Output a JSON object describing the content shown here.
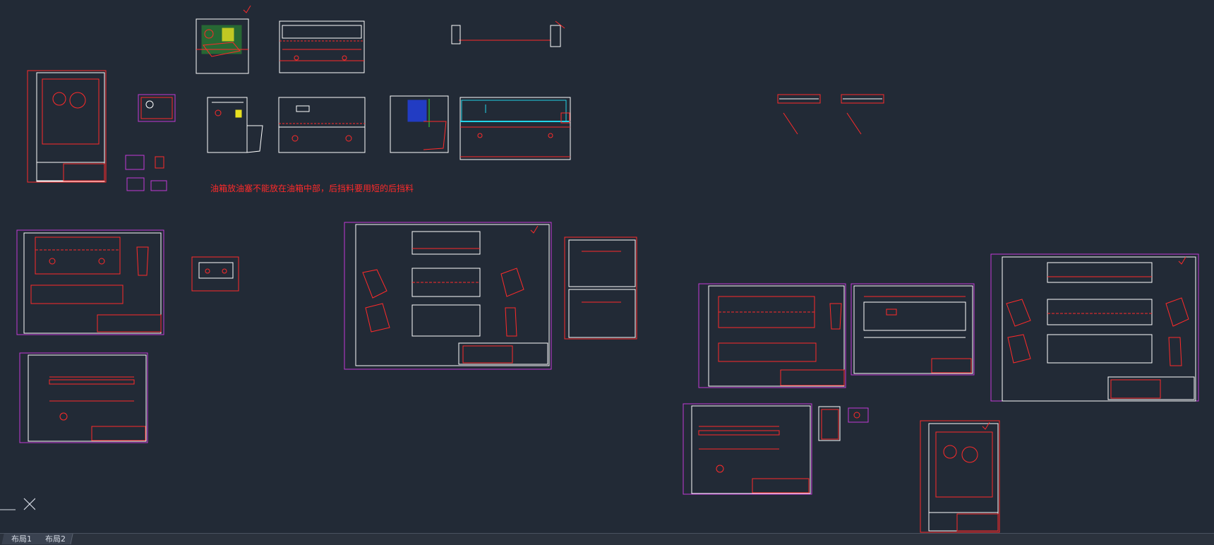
{
  "annotation_text": "油箱放油塞不能放在油箱中部，后挡料要用短的后挡料",
  "tabs": [
    {
      "label": "布局1"
    },
    {
      "label": "布局2"
    }
  ],
  "colors": {
    "background": "#222a36",
    "geometry": "#ff2a2a",
    "frame": "#c23bd6",
    "sheet": "#ffffff",
    "highlight_green": "#33dd33",
    "highlight_yellow": "#e8e020",
    "highlight_cyan": "#22d4e8",
    "highlight_blue": "#2244ff"
  },
  "icons": [
    "ucs-axis-icon"
  ]
}
